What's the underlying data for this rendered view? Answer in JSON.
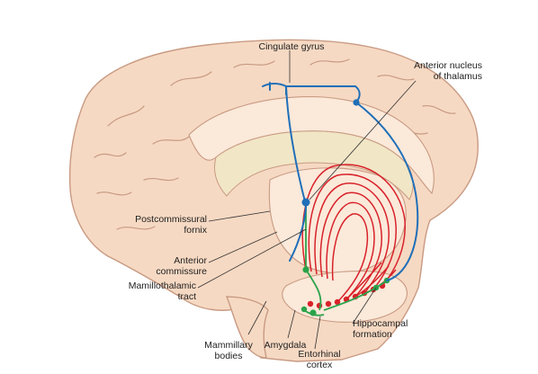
{
  "labels": {
    "cingulate_gyrus": "Cingulate gyrus",
    "anterior_nucleus": [
      "Anterior nucleus",
      "of thalamus"
    ],
    "postcommissural_fornix": [
      "Postcommissural",
      "fornix"
    ],
    "anterior_commissure": [
      "Anterior",
      "commissure"
    ],
    "mamillothalamic_tract": [
      "Mamillothalamic",
      "tract"
    ],
    "hippocampal_formation": [
      "Hippocampal",
      "formation"
    ],
    "mammillary_bodies": [
      "Mammillary",
      "bodies"
    ],
    "amygdala": "Amygdala",
    "entorhinal_cortex": [
      "Entorhinal",
      "cortex"
    ]
  },
  "colors": {
    "brain_fill": "#f6d9c3",
    "brain_stroke": "#c89a82",
    "inner_fill": "#fbe9da",
    "fornix_fill": "#f1e6c6",
    "blue_path": "#1f6fb8",
    "red_path": "#d8222a",
    "green_path": "#2aa34a",
    "leader": "#333333"
  }
}
